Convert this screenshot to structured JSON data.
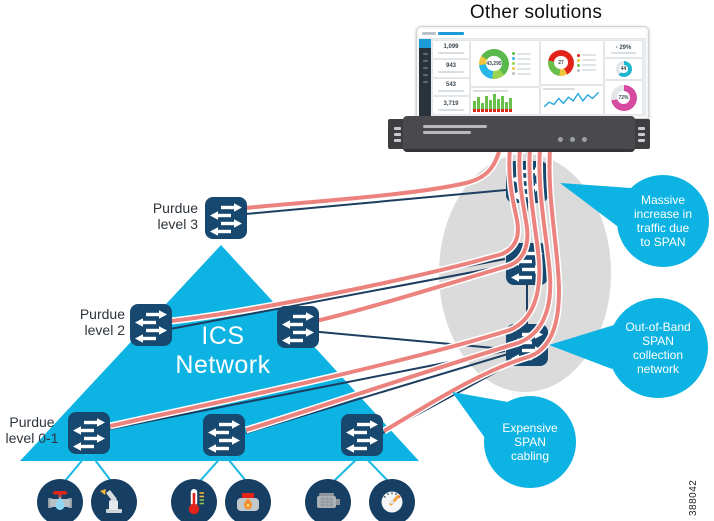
{
  "title": "Other solutions",
  "figure_number": "388042",
  "colors": {
    "accent_cyan": "#0db3e3",
    "cable_salmon": "#ec827d",
    "switch_navy": "#17486f",
    "device_navy": "#173f63",
    "ellipse_gray": "#dbdbdb",
    "link_navy": "#1d3e60"
  },
  "labels": {
    "level3": [
      "Purdue",
      "level 3"
    ],
    "level2": [
      "Purdue",
      "level 2"
    ],
    "level01": [
      "Purdue",
      "level 0-1"
    ],
    "ics": [
      "ICS",
      "Network"
    ]
  },
  "callouts": [
    {
      "name": "massive-span-traffic",
      "lines": [
        "Massive",
        "increase in",
        "traffic due",
        "to SPAN"
      ]
    },
    {
      "name": "oob-span-collection",
      "lines": [
        "Out-of-Band",
        "SPAN",
        "collection",
        "network"
      ]
    },
    {
      "name": "expensive-span-cabling",
      "lines": [
        "Expensive",
        "SPAN",
        "cabling"
      ]
    }
  ],
  "dashboard": {
    "stats": [
      "1,099",
      "943",
      "543",
      "3,719"
    ],
    "donut_main": "43,295",
    "donut_secondary": "27",
    "delta": "- 29%",
    "mini_donut": "44",
    "gauge": "72%"
  },
  "devices": [
    "water-valve",
    "robot-arm",
    "thermometer",
    "furnace",
    "generator",
    "pressure-gauge"
  ]
}
